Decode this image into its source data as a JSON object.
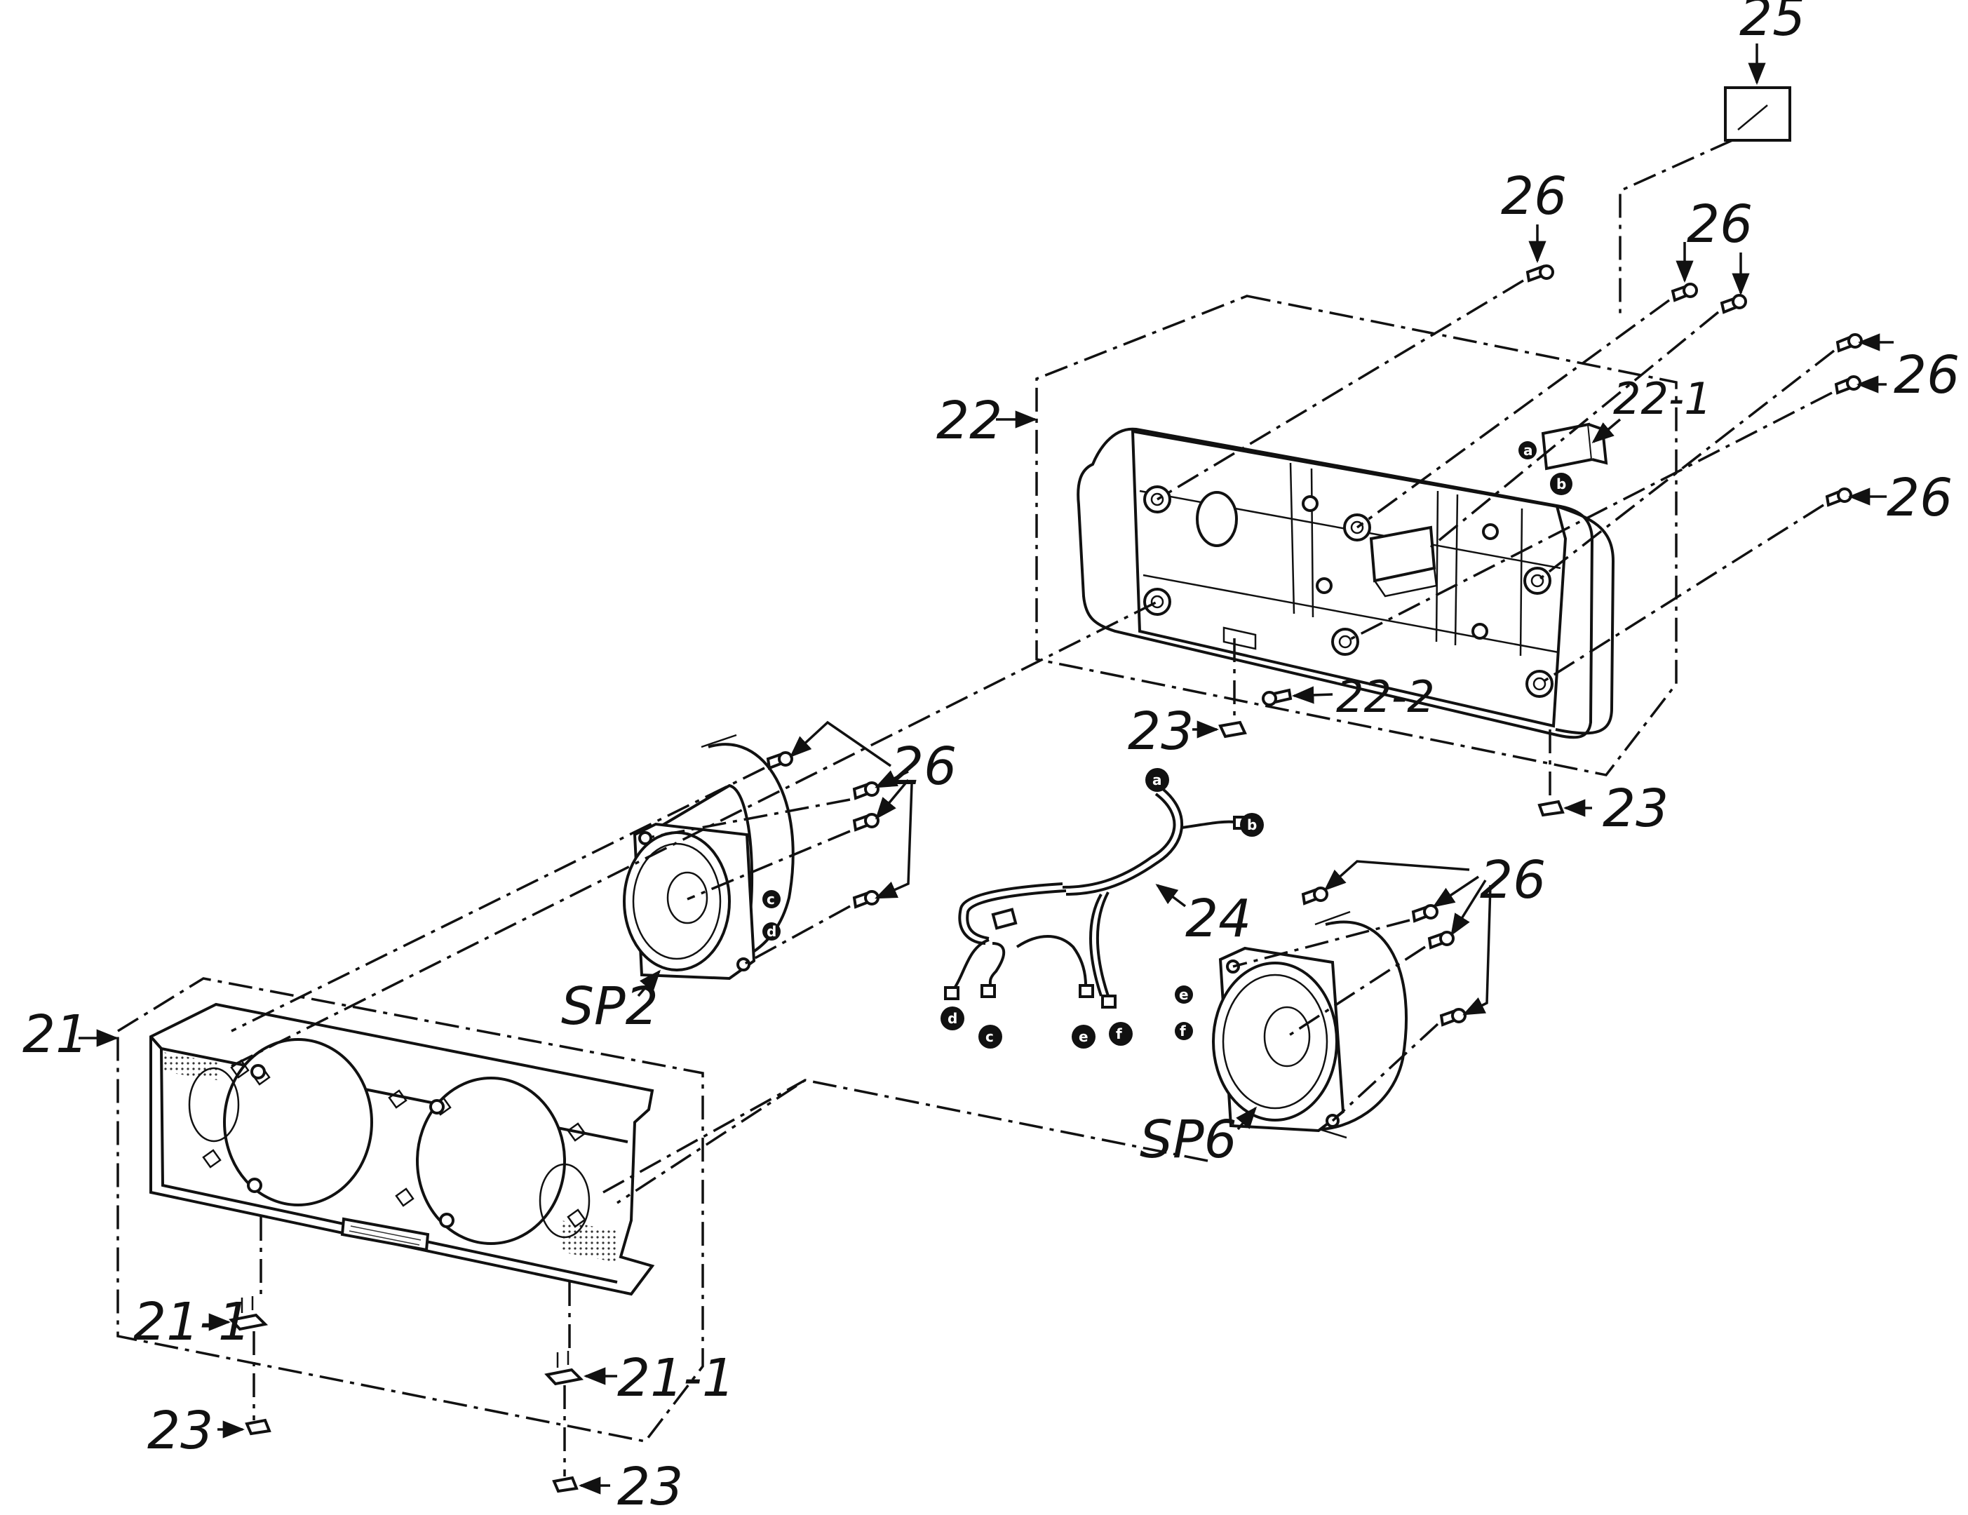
{
  "callouts": {
    "c25": "25",
    "c26_top": "26",
    "c26_top2": "26",
    "c26_right1": "26",
    "c26_right2": "26",
    "c26_left_speaker": "26",
    "c26_right_speaker": "26",
    "c22": "22",
    "c22_1": "22-1",
    "c22_2": "22-2",
    "c23_mid": "23",
    "c23_right": "23",
    "c23_bl": "23",
    "c23_bm": "23",
    "c24": "24",
    "c21": "21",
    "c21_1_left": "21-1",
    "c21_1_right": "21-1",
    "sp2": "SP2",
    "sp6": "SP6"
  },
  "wire_terminals": [
    "a",
    "b",
    "c",
    "d",
    "e",
    "f"
  ]
}
